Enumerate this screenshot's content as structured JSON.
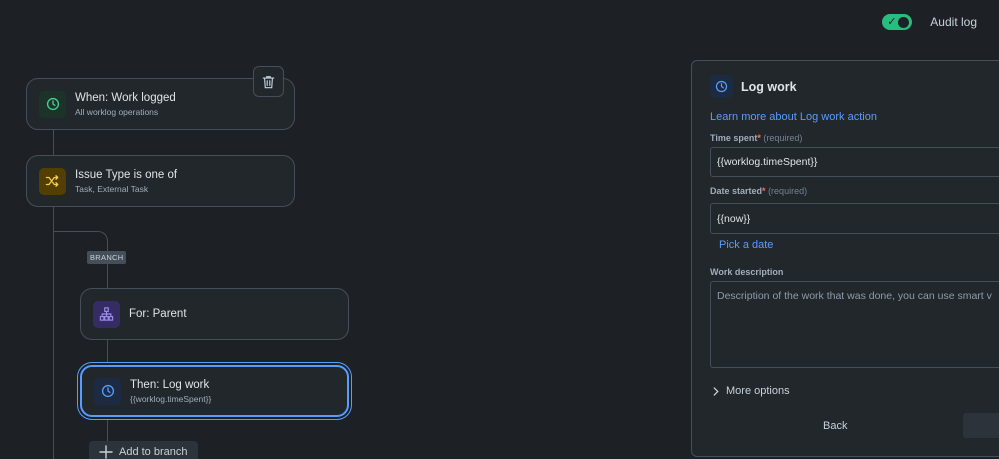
{
  "header": {
    "toggle_on": true,
    "audit_log_label": "Audit log"
  },
  "flow": {
    "trigger": {
      "title": "When: Work logged",
      "subtitle": "All worklog operations",
      "icon": "clock-icon"
    },
    "condition": {
      "title": "Issue Type is one of",
      "subtitle": "Task, External Task",
      "icon": "shuffle-icon"
    },
    "branch_tag": "BRANCH",
    "branch": {
      "title": "For: Parent",
      "icon": "hierarchy-icon"
    },
    "action": {
      "title": "Then: Log work",
      "subtitle": "{{worklog.timeSpent}}",
      "icon": "clock-icon"
    },
    "add_to_branch_label": "Add to branch"
  },
  "panel": {
    "title": "Log work",
    "learn_more": "Learn more about Log work action",
    "time_spent": {
      "label": "Time spent",
      "required_text": "(required)",
      "value": "{{worklog.timeSpent}}"
    },
    "date_started": {
      "label": "Date started",
      "required_text": "(required)",
      "value": "{{now}}"
    },
    "pick_date": "Pick a date",
    "work_description": {
      "label": "Work description",
      "placeholder": "Description of the work that was done, you can use smart v"
    },
    "more_options": "More options",
    "back_label": "Back"
  },
  "colors": {
    "background": "#1d2125",
    "accent_blue": "#579dff",
    "toggle_green": "#2abb7f"
  }
}
